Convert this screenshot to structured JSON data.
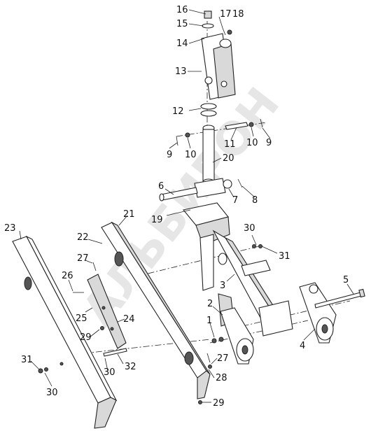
{
  "watermark": "АЛЬБИРОН",
  "callouts": [
    {
      "id": "c16",
      "text": "16"
    },
    {
      "id": "c17",
      "text": "17"
    },
    {
      "id": "c18",
      "text": "18"
    },
    {
      "id": "c15",
      "text": "15"
    },
    {
      "id": "c14",
      "text": "14"
    },
    {
      "id": "c13",
      "text": "13"
    },
    {
      "id": "c12",
      "text": "12"
    },
    {
      "id": "c9a",
      "text": "9"
    },
    {
      "id": "c10a",
      "text": "10"
    },
    {
      "id": "c11",
      "text": "11"
    },
    {
      "id": "c10b",
      "text": "10"
    },
    {
      "id": "c9b",
      "text": "9"
    },
    {
      "id": "c20",
      "text": "20"
    },
    {
      "id": "c6",
      "text": "6"
    },
    {
      "id": "c7",
      "text": "7"
    },
    {
      "id": "c8",
      "text": "8"
    },
    {
      "id": "c21",
      "text": "21"
    },
    {
      "id": "c19",
      "text": "19"
    },
    {
      "id": "c23",
      "text": "23"
    },
    {
      "id": "c22",
      "text": "22"
    },
    {
      "id": "c30a",
      "text": "30"
    },
    {
      "id": "c31a",
      "text": "31"
    },
    {
      "id": "c27a",
      "text": "27"
    },
    {
      "id": "c26",
      "text": "26"
    },
    {
      "id": "c3",
      "text": "3"
    },
    {
      "id": "c5",
      "text": "5"
    },
    {
      "id": "c2",
      "text": "2"
    },
    {
      "id": "c25",
      "text": "25"
    },
    {
      "id": "c24",
      "text": "24"
    },
    {
      "id": "c1",
      "text": "1"
    },
    {
      "id": "c4",
      "text": "4"
    },
    {
      "id": "c29a",
      "text": "29"
    },
    {
      "id": "c27b",
      "text": "27"
    },
    {
      "id": "c31b",
      "text": "31"
    },
    {
      "id": "c32",
      "text": "32"
    },
    {
      "id": "c30b",
      "text": "30"
    },
    {
      "id": "c28",
      "text": "28"
    },
    {
      "id": "c30c",
      "text": "30"
    },
    {
      "id": "c29b",
      "text": "29"
    }
  ]
}
